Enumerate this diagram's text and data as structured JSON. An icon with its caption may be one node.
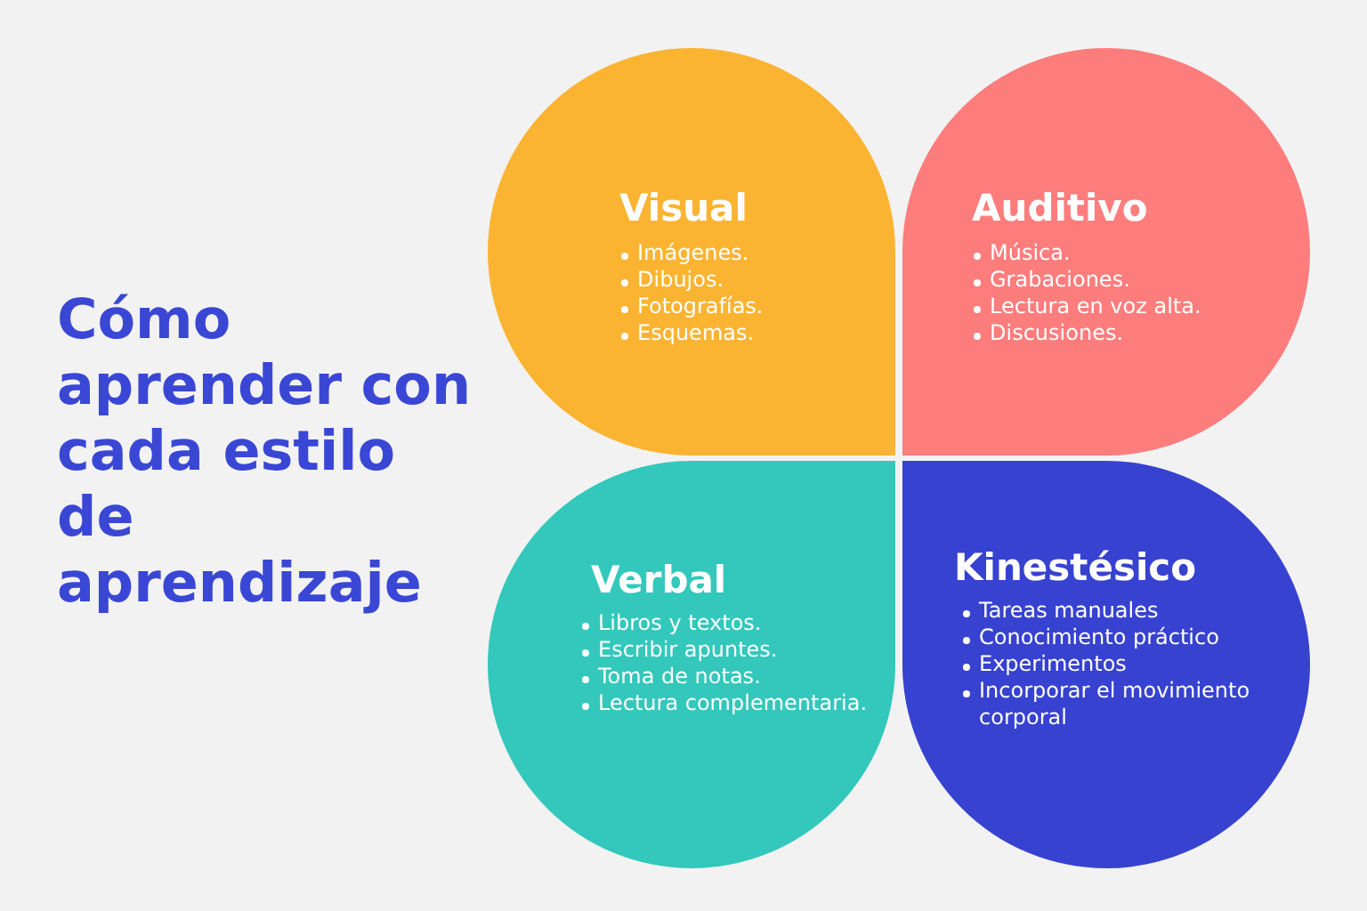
{
  "diagram": {
    "title": "Cómo aprender con cada estilo de aprendizaje",
    "nodes": [
      {
        "text": [
          "Visual",
          "Imágenes.",
          "Dibujos.",
          "Fotografías.",
          "Esquemas."
        ]
      },
      {
        "text": [
          "Auditivo",
          "Música.",
          "Grabaciones.",
          "Lectura en voz alta.",
          "Discusiones."
        ]
      },
      {
        "text": [
          "Verbal",
          "Libros y textos.",
          "Escribir apuntes.",
          "Toma de notas.",
          "Lectura complementaria."
        ]
      },
      {
        "text": [
          "Kinestésico",
          "Tareas manuales",
          "Conocimiento práctico",
          "Experimentos",
          "Incorporar el movimiento corporal"
        ]
      }
    ]
  }
}
